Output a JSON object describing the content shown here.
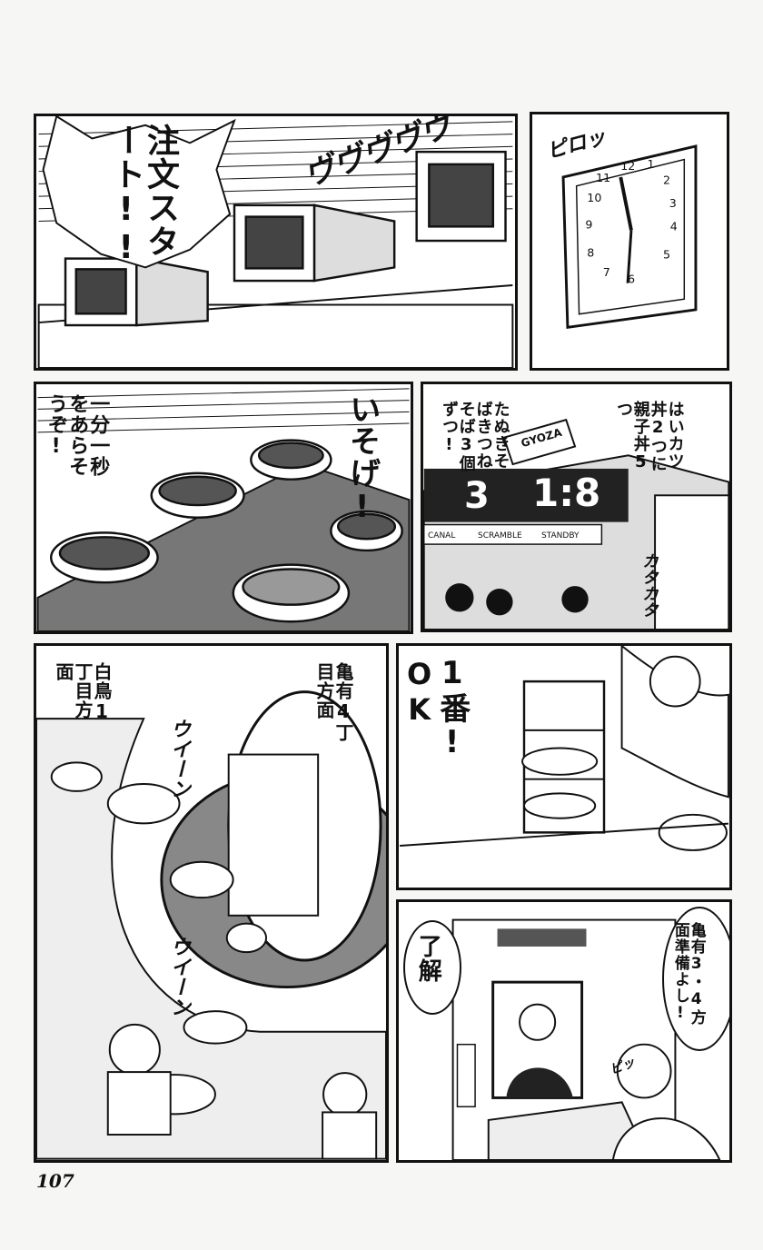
{
  "panels": {
    "p1": {
      "shout": "注文スタート!!",
      "sfx": "ヴヴヴヴヴ"
    },
    "p2": {
      "sfx": "ピロッ"
    },
    "p3": {
      "shout": "いそげ!",
      "line": "一分一秒をあらそうぞ!"
    },
    "p4": {
      "line_a": "はいカツ丼2つに親子丼5つ",
      "line_b": "たぬきそばきつねそば3個ずつ!",
      "sign": "GYOZA",
      "board_left": "3",
      "board_right": "1:8",
      "board_labels": [
        "CANAL",
        "SCRAMBLE",
        "STANDBY"
      ],
      "sfx": "カタカタ"
    },
    "p5": {
      "dest_a": "亀有4丁目方面",
      "dest_b": "白鳥1丁目方面",
      "sfx": "ウイーン"
    },
    "p6": {
      "line": "1番!",
      "line_ok": "OK"
    },
    "p7": {
      "reply": "了解",
      "report": "亀有3・4方面準備よし!",
      "sfx": "ピッ"
    }
  },
  "page_number": "107"
}
